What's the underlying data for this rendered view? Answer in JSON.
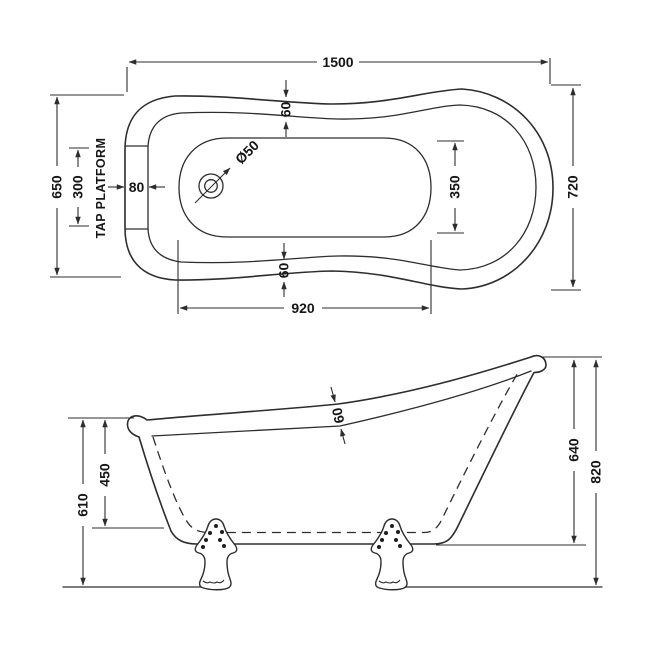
{
  "plan_view": {
    "tap_platform_label": "TAP PLATFORM",
    "dimensions": {
      "overall_length": "1500",
      "left_end_width": "650",
      "right_end_width": "720",
      "top_rim_width": "60",
      "bottom_rim_width": "60",
      "tap_platform_depth": "80",
      "tap_platform_length": "300",
      "interior_width": "350",
      "interior_floor_length": "920",
      "waste_hole_diameter": "Ø50"
    }
  },
  "side_view": {
    "dimensions": {
      "rim_thickness": "60",
      "interior_depth": "450",
      "rim_height": "610",
      "back_height": "640",
      "overall_height": "820"
    }
  },
  "colors": {
    "line": "#2d2d2d",
    "text": "#161616",
    "background": "#ffffff"
  }
}
